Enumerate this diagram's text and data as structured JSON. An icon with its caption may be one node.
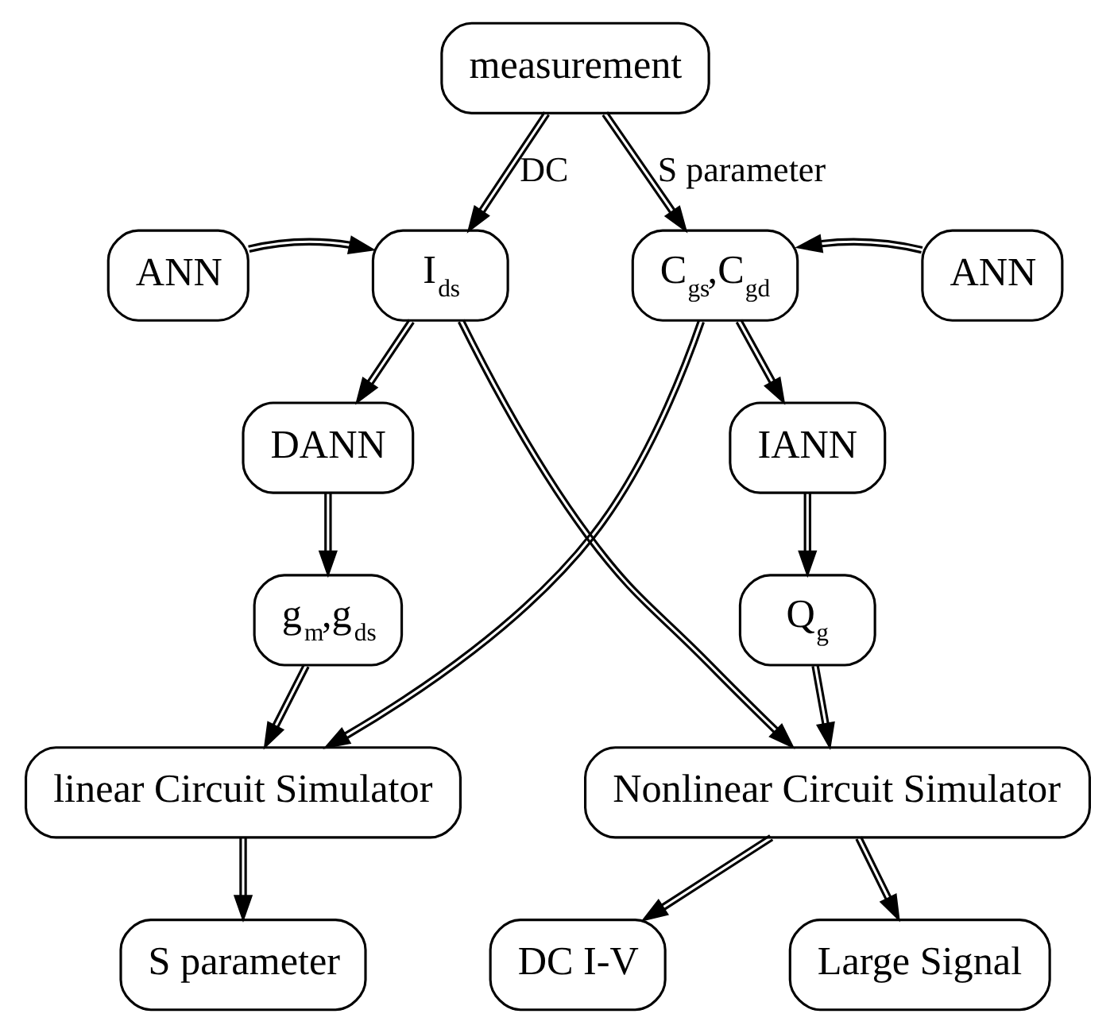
{
  "diagram": {
    "nodes": [
      {
        "text": [
          "measurement"
        ]
      },
      {
        "text": [
          "ANN"
        ]
      },
      {
        "text": [
          "I$_{ds}$"
        ]
      },
      {
        "text": [
          "C$_{gs}$,C$_{gd}$"
        ]
      },
      {
        "text": [
          "ANN"
        ]
      },
      {
        "text": [
          "DANN"
        ]
      },
      {
        "text": [
          "IANN"
        ]
      },
      {
        "text": [
          "g$_{m}$,g$_{ds}$"
        ]
      },
      {
        "text": [
          "Q$_{g}$"
        ]
      },
      {
        "text": [
          "linear Circuit Simulator"
        ]
      },
      {
        "text": [
          "Nonlinear Circuit Simulator"
        ]
      },
      {
        "text": [
          "S parameter"
        ]
      },
      {
        "text": [
          "DC I-V"
        ]
      },
      {
        "text": [
          "Large Signal"
        ]
      }
    ],
    "edges": [
      {
        "from": 0,
        "to": 2,
        "arrow": "to",
        "label": "DC"
      },
      {
        "from": 0,
        "to": 3,
        "arrow": "to",
        "label": "S parameter"
      },
      {
        "from": 1,
        "to": 2,
        "arrow": "to"
      },
      {
        "from": 4,
        "to": 3,
        "arrow": "to"
      },
      {
        "from": 2,
        "to": 5,
        "arrow": "to"
      },
      {
        "from": 5,
        "to": 7,
        "arrow": "to"
      },
      {
        "from": 7,
        "to": 9,
        "arrow": "to"
      },
      {
        "from": 2,
        "to": 10,
        "arrow": "to"
      },
      {
        "from": 3,
        "to": 9,
        "arrow": "to"
      },
      {
        "from": 3,
        "to": 6,
        "arrow": "to"
      },
      {
        "from": 6,
        "to": 8,
        "arrow": "to"
      },
      {
        "from": 8,
        "to": 10,
        "arrow": "to"
      },
      {
        "from": 9,
        "to": 11,
        "arrow": "to"
      },
      {
        "from": 10,
        "to": 12,
        "arrow": "to"
      },
      {
        "from": 10,
        "to": 13,
        "arrow": "to"
      }
    ]
  }
}
